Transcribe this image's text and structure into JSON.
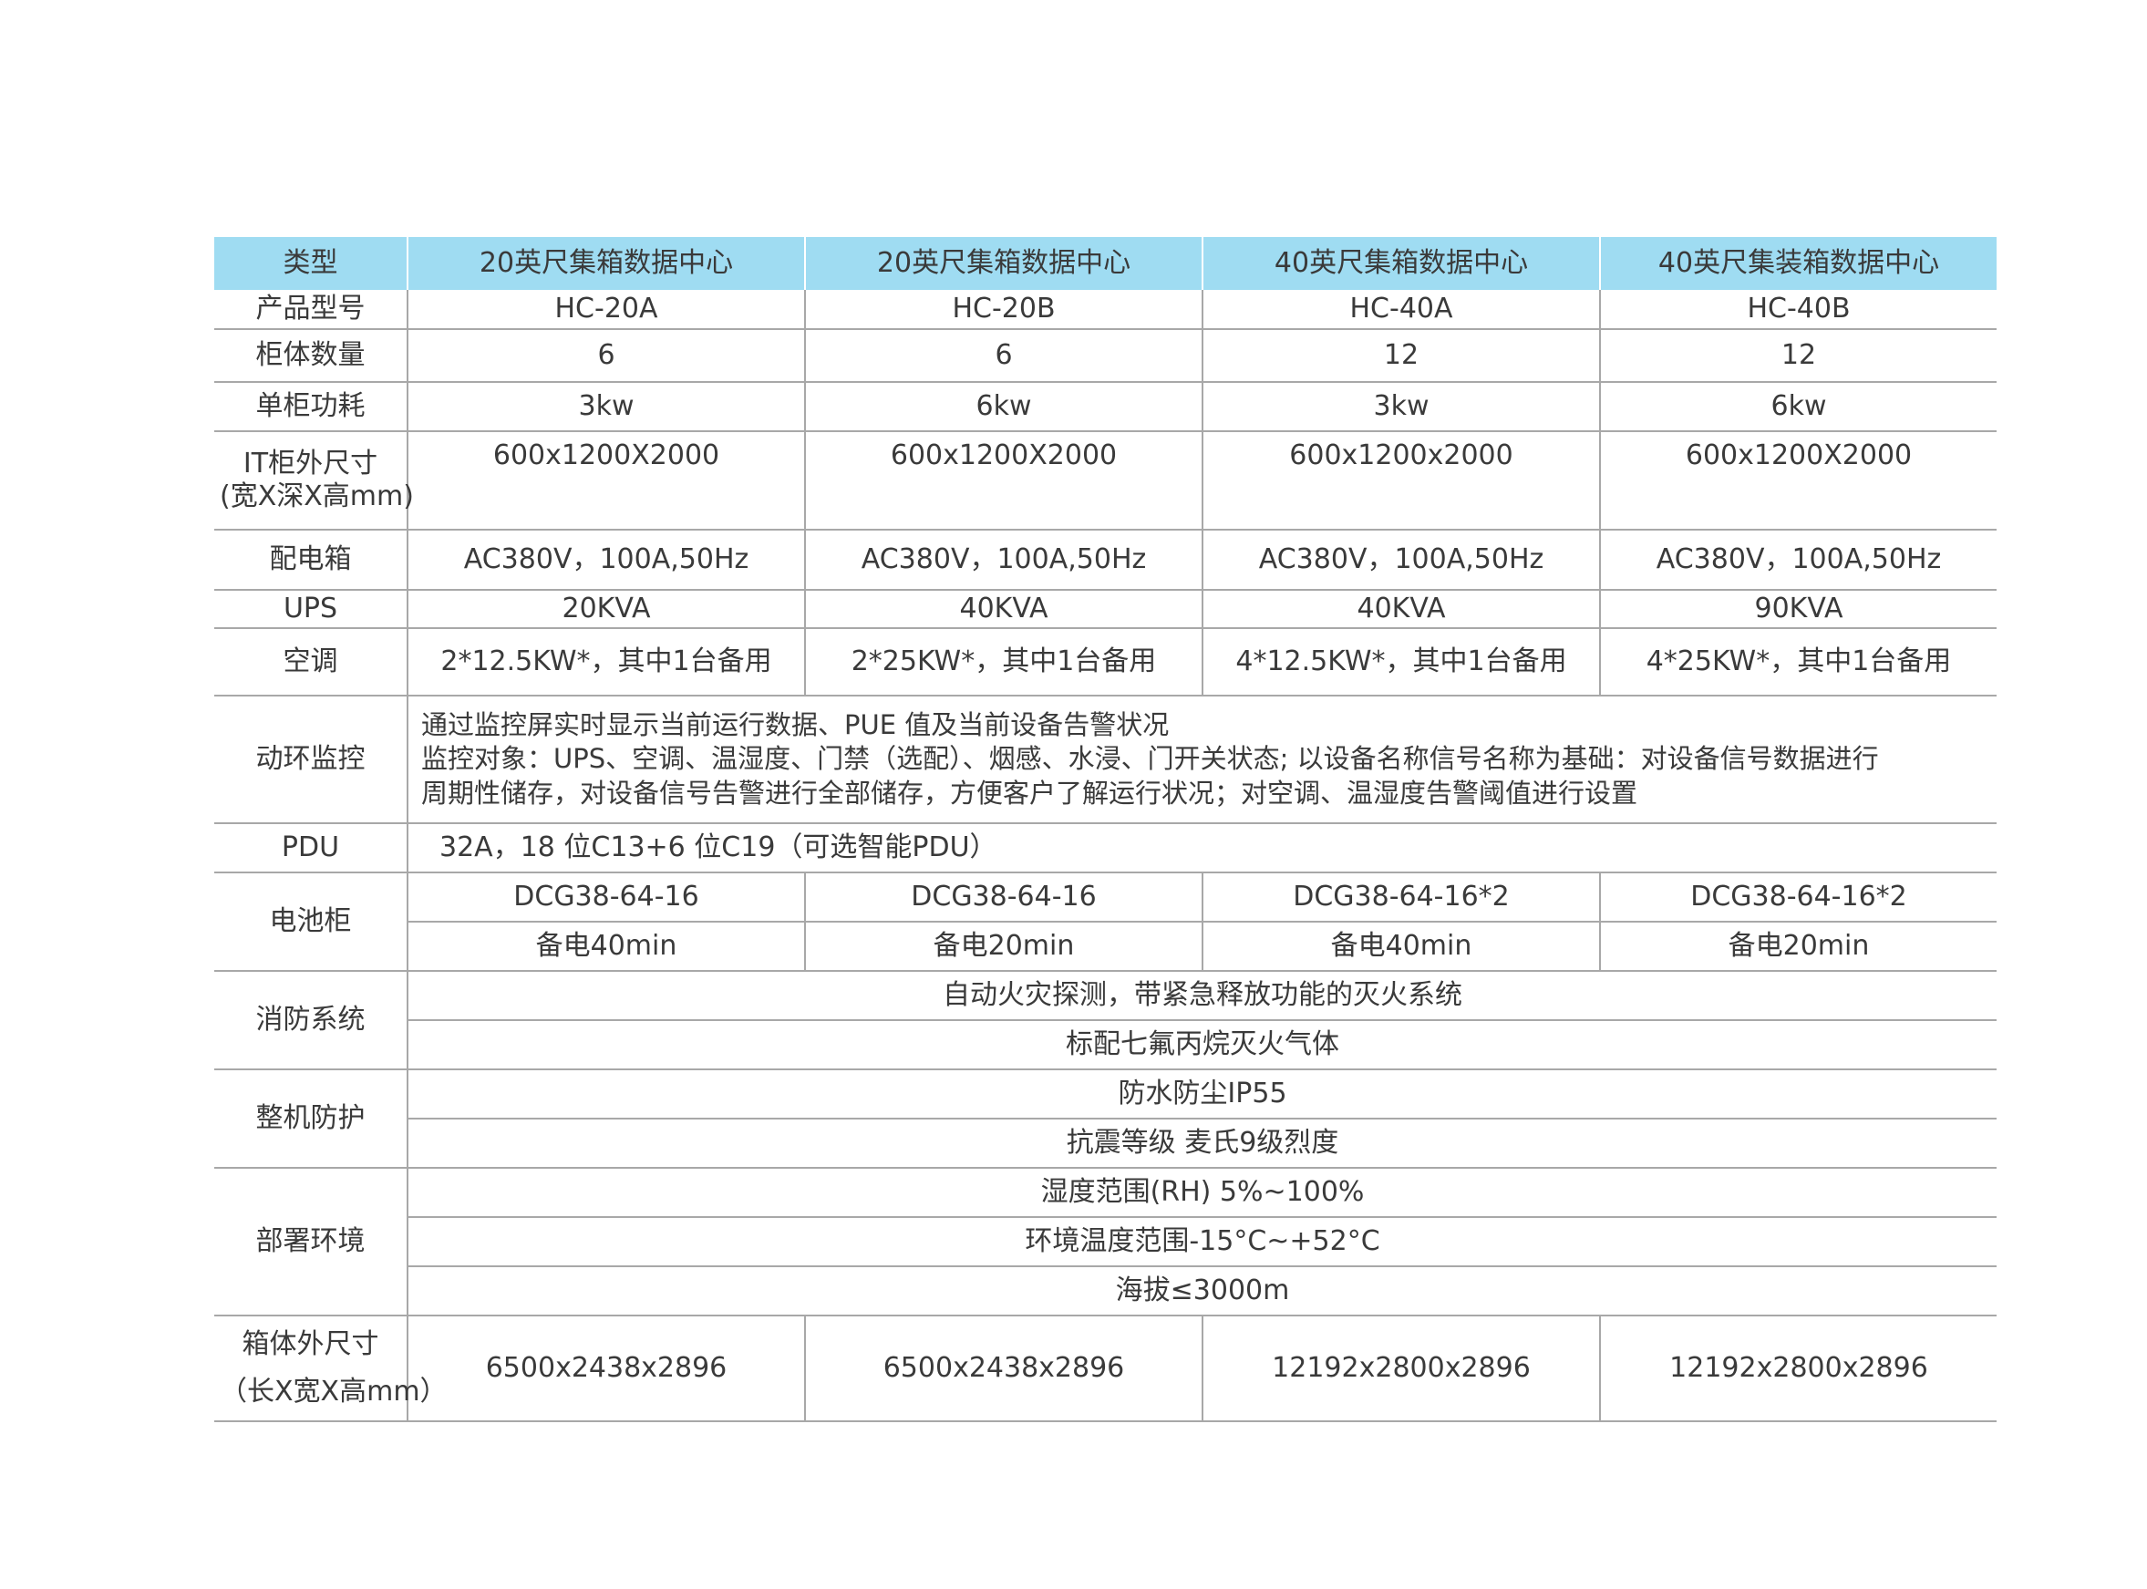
{
  "header": {
    "type_label": "类型",
    "col1": "20英尺集箱数据中心",
    "col2": "20英尺集箱数据中心",
    "col3": "40英尺集箱数据中心",
    "col4": "40英尺集装箱数据中心"
  },
  "model": {
    "label": "产品型号",
    "values": [
      "HC-20A",
      "HC-20B",
      "HC-40A",
      "HC-40B"
    ]
  },
  "cabinet_count": {
    "label": "柜体数量",
    "values": [
      "6",
      "6",
      "12",
      "12"
    ]
  },
  "cabinet_power": {
    "label": "单柜功耗",
    "values": [
      "3kw",
      "6kw",
      "3kw",
      "6kw"
    ]
  },
  "it_cabinet_size": {
    "label_line1": "IT柜外尺寸",
    "label_line2": "(宽X深X高mm)",
    "values": [
      "600x1200X2000",
      "600x1200X2000",
      "600x1200x2000",
      "600x1200X2000"
    ]
  },
  "distribution_box": {
    "label": "配电箱",
    "values": [
      "AC380V，100A,50Hz",
      "AC380V，100A,50Hz",
      "AC380V，100A,50Hz",
      "AC380V，100A,50Hz"
    ]
  },
  "ups": {
    "label": "UPS",
    "values": [
      "20KVA",
      "40KVA",
      "40KVA",
      "90KVA"
    ]
  },
  "air_conditioning": {
    "label": "空调",
    "values": [
      "2*12.5KW*，其中1台备用",
      "2*25KW*，其中1台备用",
      "4*12.5KW*，其中1台备用",
      "4*25KW*，其中1台备用"
    ]
  },
  "monitoring": {
    "label": "动环监控",
    "line1": "通过监控屏实时显示当前运行数据、PUE 值及当前设备告警状况",
    "line2": "监控对象：UPS、空调、温湿度、门禁（选配）、烟感、水浸、门开关状态; 以设备名称信号名称为基础：对设备信号数据进行",
    "line3": "周期性储存，对设备信号告警进行全部储存，方便客户了解运行状况；对空调、温湿度告警阈值进行设置"
  },
  "pdu": {
    "label": "PDU",
    "value": "32A，18 位C13+6 位C19（可选智能PDU）"
  },
  "battery_cabinet": {
    "label": "电池柜",
    "models": [
      "DCG38-64-16",
      "DCG38-64-16",
      "DCG38-64-16*2",
      "DCG38-64-16*2"
    ],
    "backup": [
      "备电40min",
      "备电20min",
      "备电40min",
      "备电20min"
    ]
  },
  "fire_protection": {
    "label": "消防系统",
    "line1": "自动火灾探测，带紧急释放功能的灭火系统",
    "line2": "标配七氟丙烷灭火气体"
  },
  "protection": {
    "label": "整机防护",
    "line1": "防水防尘IP55",
    "line2": "抗震等级 麦氏9级烈度"
  },
  "environment": {
    "label": "部署环境",
    "line1": "湿度范围(RH) 5%~100%",
    "line2": "环境温度范围-15°C~+52°C",
    "line3": "海拔≤3000m"
  },
  "box_size": {
    "label_line1": "箱体外尺寸",
    "label_line2": "（长X宽X高mm）",
    "values": [
      "6500x2438x2896",
      "6500x2438x2896",
      "12192x2800x2896",
      "12192x2800x2896"
    ]
  }
}
